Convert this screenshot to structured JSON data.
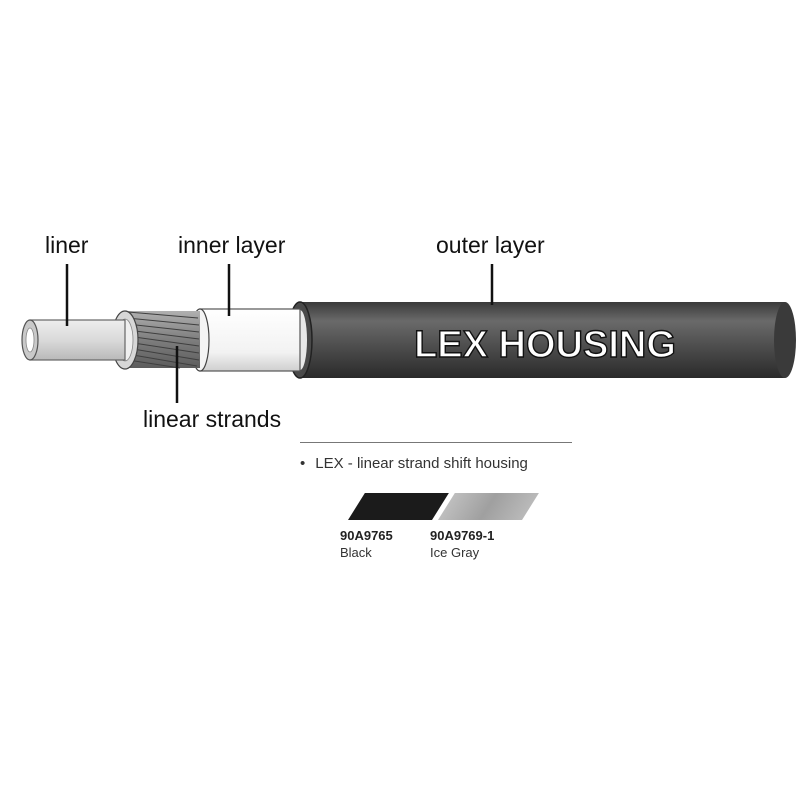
{
  "cable": {
    "brand_text": "LEX HOUSING",
    "colors": {
      "outer_dark": "#2e2e2e",
      "outer_mid": "#5a5a5a",
      "outer_light": "#6e6e6e",
      "inner_layer": "#f6f6f6",
      "liner": "#dcdcdc",
      "strands": "#8a8a8a"
    }
  },
  "labels": {
    "liner": "liner",
    "inner_layer": "inner layer",
    "outer_layer": "outer layer",
    "linear_strands": "linear strands"
  },
  "description": {
    "bullet": "•",
    "text": "LEX - linear strand shift housing"
  },
  "swatches": [
    {
      "code": "90A9765",
      "name": "Black",
      "color": "#1b1b1b"
    },
    {
      "code": "90A9769-1",
      "name": "Ice Gray",
      "color": "#a8a8a8"
    }
  ]
}
